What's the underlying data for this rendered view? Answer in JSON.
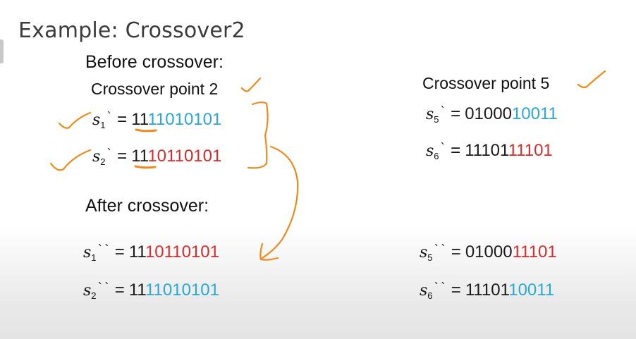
{
  "slide": {
    "title": "Example: Crossover2",
    "before_heading": "Before crossover:",
    "after_heading": "After crossover:",
    "left_point_label": "Crossover point 2",
    "right_point_label": "Crossover point 5"
  },
  "colors": {
    "blue": "#29a8d1",
    "red": "#d62b2b",
    "annotation": "#ef8a1c"
  },
  "icons": {
    "check": "check-mark-icon",
    "bracket": "bracket-annotation",
    "arrow": "curved-arrow-annotation"
  },
  "before_left": [
    {
      "var": "s",
      "sub": "1",
      "prime": "`",
      "eq": "=",
      "kept": "11",
      "tail": "11010101"
    },
    {
      "var": "s",
      "sub": "2",
      "prime": "`",
      "eq": "=",
      "kept": "11",
      "tail": "10110101"
    }
  ],
  "before_right": [
    {
      "var": "s",
      "sub": "5",
      "prime": "`",
      "eq": "=",
      "kept": "01000",
      "tail": "10011"
    },
    {
      "var": "s",
      "sub": "6",
      "prime": "`",
      "eq": "=",
      "kept": "11101",
      "tail": "11101"
    }
  ],
  "after_left": [
    {
      "var": "s",
      "sub": "1",
      "prime": "``",
      "eq": "=",
      "kept": "11",
      "tail": "10110101"
    },
    {
      "var": "s",
      "sub": "2",
      "prime": "``",
      "eq": "=",
      "kept": "11",
      "tail": "11010101"
    }
  ],
  "after_right": [
    {
      "var": "s",
      "sub": "5",
      "prime": "``",
      "eq": "=",
      "kept": "01000",
      "tail": "11101"
    },
    {
      "var": "s",
      "sub": "6",
      "prime": "``",
      "eq": "=",
      "kept": "11101",
      "tail": "10011"
    }
  ]
}
